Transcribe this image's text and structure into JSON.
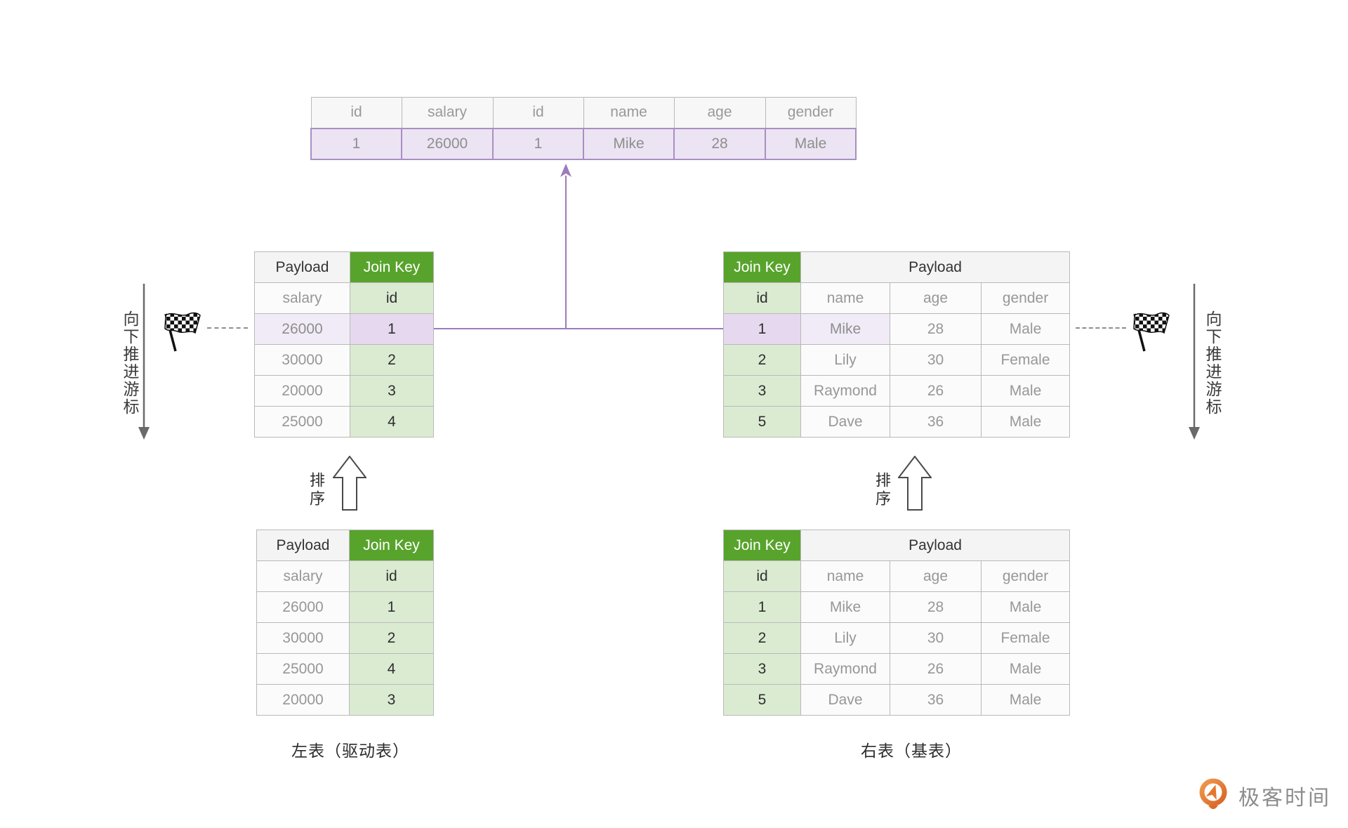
{
  "diagram": {
    "result_table": {
      "headers": [
        "id",
        "salary",
        "id",
        "name",
        "age",
        "gender"
      ],
      "row": [
        "1",
        "26000",
        "1",
        "Mike",
        "28",
        "Male"
      ]
    },
    "left_sorted": {
      "payload_header": "Payload",
      "join_key_header": "Join Key",
      "columns": [
        "salary",
        "id"
      ],
      "rows": [
        [
          "26000",
          "1"
        ],
        [
          "30000",
          "2"
        ],
        [
          "20000",
          "3"
        ],
        [
          "25000",
          "4"
        ]
      ]
    },
    "right_sorted": {
      "join_key_header": "Join Key",
      "payload_header": "Payload",
      "columns": [
        "id",
        "name",
        "age",
        "gender"
      ],
      "rows": [
        [
          "1",
          "Mike",
          "28",
          "Male"
        ],
        [
          "2",
          "Lily",
          "30",
          "Female"
        ],
        [
          "3",
          "Raymond",
          "26",
          "Male"
        ],
        [
          "5",
          "Dave",
          "36",
          "Male"
        ]
      ]
    },
    "left_unsorted": {
      "payload_header": "Payload",
      "join_key_header": "Join Key",
      "columns": [
        "salary",
        "id"
      ],
      "rows": [
        [
          "26000",
          "1"
        ],
        [
          "30000",
          "2"
        ],
        [
          "25000",
          "4"
        ],
        [
          "20000",
          "3"
        ]
      ]
    },
    "right_unsorted": {
      "join_key_header": "Join Key",
      "payload_header": "Payload",
      "columns": [
        "id",
        "name",
        "age",
        "gender"
      ],
      "rows": [
        [
          "1",
          "Mike",
          "28",
          "Male"
        ],
        [
          "2",
          "Lily",
          "30",
          "Female"
        ],
        [
          "3",
          "Raymond",
          "26",
          "Male"
        ],
        [
          "5",
          "Dave",
          "36",
          "Male"
        ]
      ]
    },
    "labels": {
      "cursor_left": "向下推进游标",
      "cursor_right": "向下推进游标",
      "sort_left": "排序",
      "sort_right": "排序",
      "caption_left": "左表（驱动表）",
      "caption_right": "右表（基表）"
    },
    "logo_text": "极客时间",
    "icons": {
      "flag_left": "checkered-flag-icon",
      "flag_right": "checkered-flag-icon",
      "sort_arrow": "hollow-up-arrow-icon",
      "cursor_arrow": "down-arrow-icon",
      "result_arrow": "up-arrow-icon",
      "logo": "geektime-logo-icon"
    },
    "colors": {
      "join_key_green": "#58a32c",
      "join_key_green_light": "#dbebd2",
      "highlight_purple": "#e6d9ef",
      "highlight_purple_light": "#f1ebf7",
      "connector_purple": "#9c7cba",
      "border_gray": "#b9b9b9",
      "logo_orange": "#e4772f"
    }
  }
}
